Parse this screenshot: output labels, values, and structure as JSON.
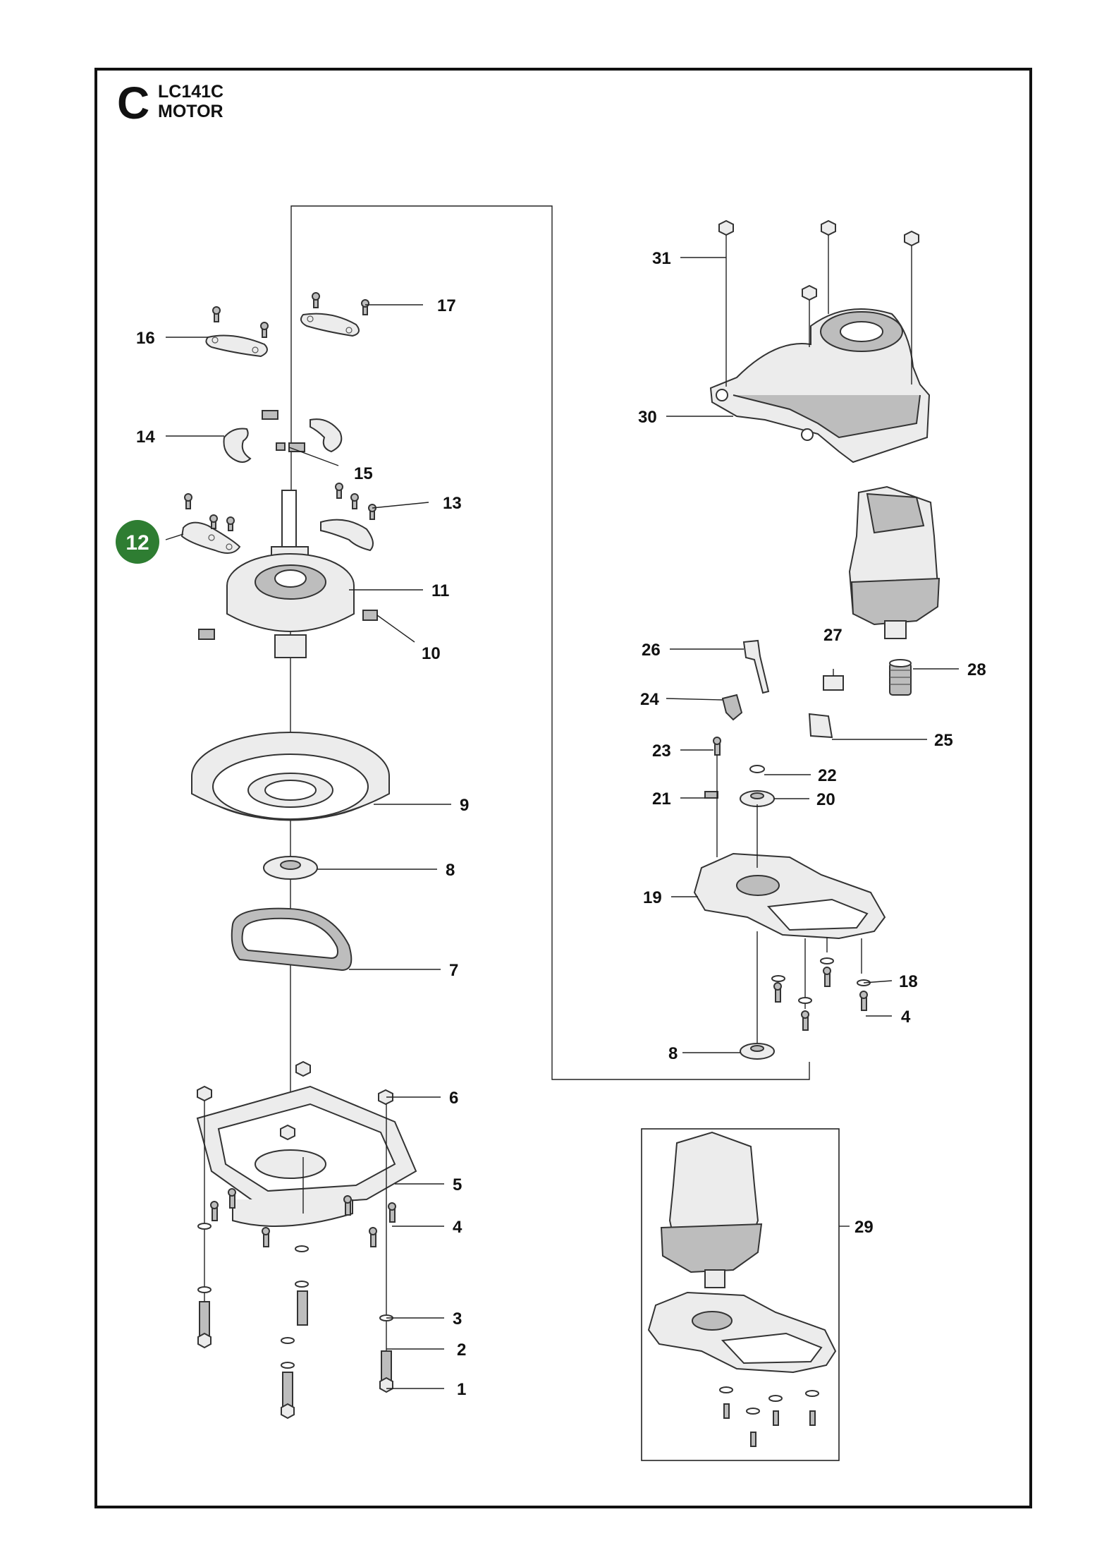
{
  "header": {
    "section_letter": "C",
    "model": "LC141C",
    "title": "MOTOR"
  },
  "highlight": {
    "label": "12",
    "color": "#2e7d32"
  },
  "callouts": [
    {
      "id": "c16",
      "label": "16"
    },
    {
      "id": "c17",
      "label": "17"
    },
    {
      "id": "c14",
      "label": "14"
    },
    {
      "id": "c15",
      "label": "15"
    },
    {
      "id": "c13",
      "label": "13"
    },
    {
      "id": "c11",
      "label": "11"
    },
    {
      "id": "c10",
      "label": "10"
    },
    {
      "id": "c9",
      "label": "9"
    },
    {
      "id": "c8a",
      "label": "8"
    },
    {
      "id": "c7",
      "label": "7"
    },
    {
      "id": "c6",
      "label": "6"
    },
    {
      "id": "c5",
      "label": "5"
    },
    {
      "id": "c4a",
      "label": "4"
    },
    {
      "id": "c3",
      "label": "3"
    },
    {
      "id": "c2",
      "label": "2"
    },
    {
      "id": "c1",
      "label": "1"
    },
    {
      "id": "c31",
      "label": "31"
    },
    {
      "id": "c30",
      "label": "30"
    },
    {
      "id": "c26",
      "label": "26"
    },
    {
      "id": "c27",
      "label": "27"
    },
    {
      "id": "c28",
      "label": "28"
    },
    {
      "id": "c24",
      "label": "24"
    },
    {
      "id": "c25",
      "label": "25"
    },
    {
      "id": "c23",
      "label": "23"
    },
    {
      "id": "c22",
      "label": "22"
    },
    {
      "id": "c21",
      "label": "21"
    },
    {
      "id": "c20",
      "label": "20"
    },
    {
      "id": "c19",
      "label": "19"
    },
    {
      "id": "c18",
      "label": "18"
    },
    {
      "id": "c4b",
      "label": "4"
    },
    {
      "id": "c8b",
      "label": "8"
    },
    {
      "id": "c29",
      "label": "29"
    }
  ]
}
